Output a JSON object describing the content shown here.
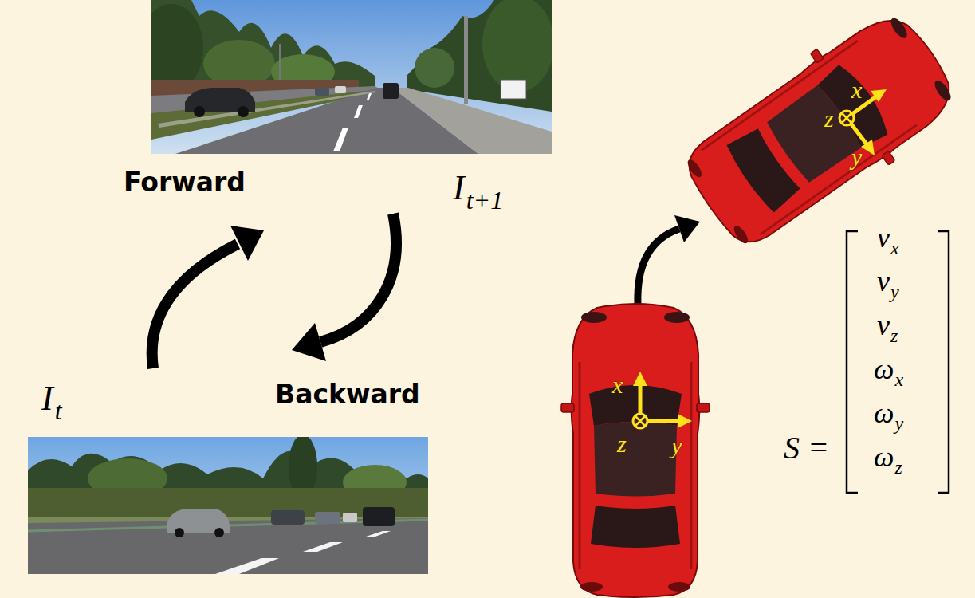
{
  "diagram": {
    "labels": [
      "Forward",
      "Backward",
      "I",
      "t+1",
      "I",
      "t",
      "x",
      "z",
      "y",
      "x",
      "z",
      "y",
      "S =",
      "v",
      "x",
      "v",
      "y",
      "v",
      "z",
      "ω",
      "x",
      "ω",
      "y",
      "ω",
      "z"
    ]
  }
}
